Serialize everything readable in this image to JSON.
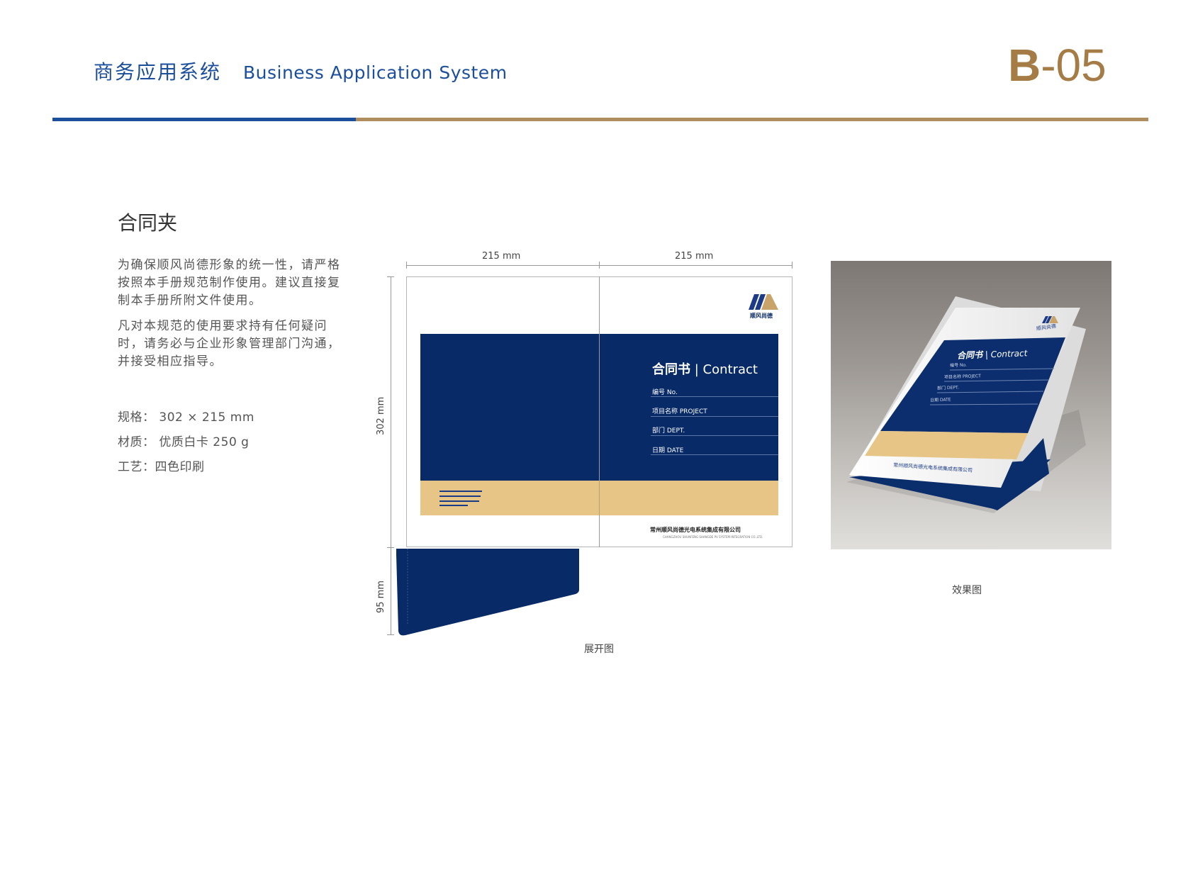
{
  "header": {
    "title_cn": "商务应用系统",
    "title_en": "Business Application System",
    "page_code_letter": "B",
    "page_code_number": "-05",
    "colors": {
      "brand_blue": "#1b4f9c",
      "brand_gold": "#a57c45",
      "navy": "#082a66",
      "sand": "#e6c587"
    }
  },
  "section": {
    "title": "合同夹",
    "paragraphs": [
      "为确保顺风尚德形象的统一性，请严格按照本手册规范制作使用。建议直接复制本手册所附文件使用。",
      "凡对本规范的使用要求持有任何疑问时，请务必与企业形象管理部门沟通，并接受相应指导。"
    ],
    "specs": {
      "size": "规格：  302 × 215 mm",
      "material": "材质：  优质白卡 250 g",
      "process": "工艺：四色印刷"
    }
  },
  "drawing": {
    "width_left": "215 mm",
    "width_right": "215 mm",
    "height_main": "302 mm",
    "height_flap": "95 mm",
    "caption": "展开图"
  },
  "cover": {
    "logo_text": "顺风尚德",
    "title_cn": "合同书",
    "title_sep": " | ",
    "title_en": "Contract",
    "fields": [
      "编号 No.",
      "项目名称  PROJECT",
      "部门 DEPT.",
      "日期 DATE"
    ],
    "company_cn": "常州顺风尚德光电系统集成有限公司",
    "company_en": "CHANGZHOU SHUNFENG SHANGDE PV SYSTEM INTEGRATION CO.,LTD."
  },
  "effect": {
    "caption": "效果图",
    "logo_text": "顺风尚德",
    "title_cn": "合同书",
    "title_en": " | Contract",
    "fields": [
      "编号 No.",
      "项目名称  PROJECT",
      "部门 DEPT.",
      "日期 DATE"
    ],
    "company_cn": "常州顺风尚德光电系统集成有限公司"
  }
}
